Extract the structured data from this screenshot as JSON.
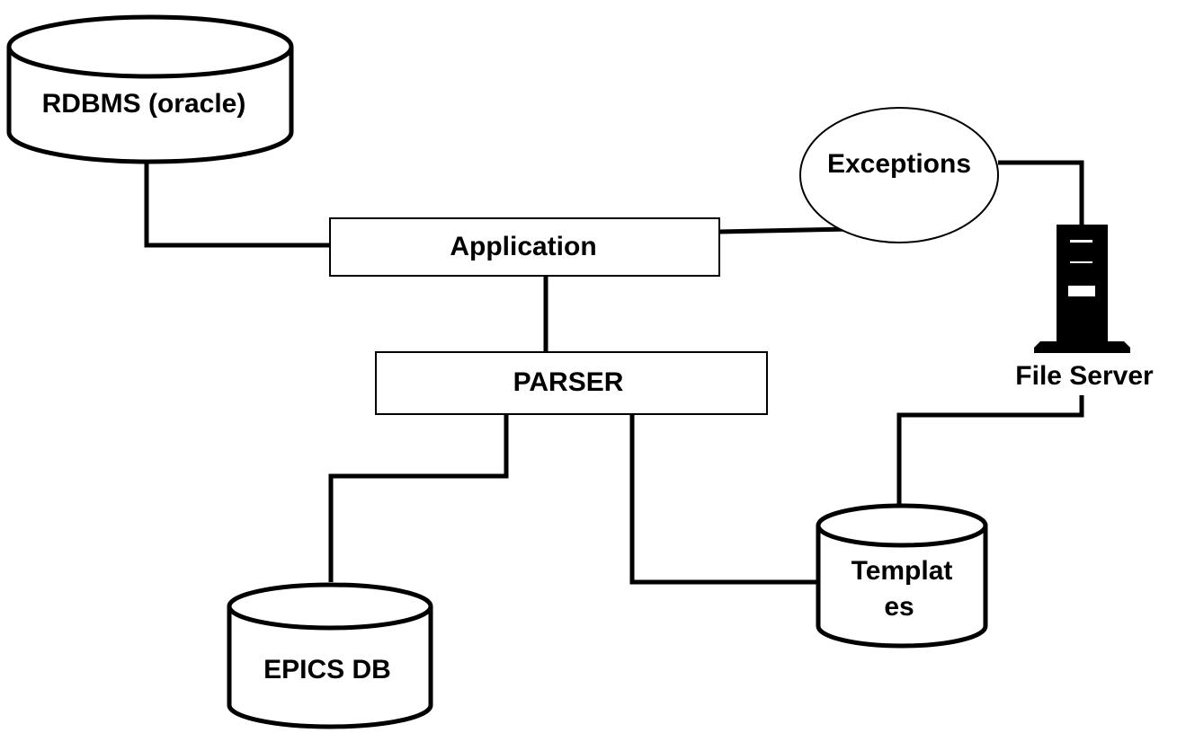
{
  "nodes": {
    "rdbms": {
      "label": "RDBMS (oracle)"
    },
    "exceptions": {
      "label": "Exceptions"
    },
    "application": {
      "label": "Application"
    },
    "parser": {
      "label": "PARSER"
    },
    "file_server": {
      "label": "File Server"
    },
    "epics_db": {
      "label": "EPICS DB"
    },
    "templates": {
      "line1": "Templat",
      "line2": "es"
    }
  },
  "colors": {
    "stroke": "#000000",
    "fill": "#ffffff",
    "server": "#000000"
  }
}
